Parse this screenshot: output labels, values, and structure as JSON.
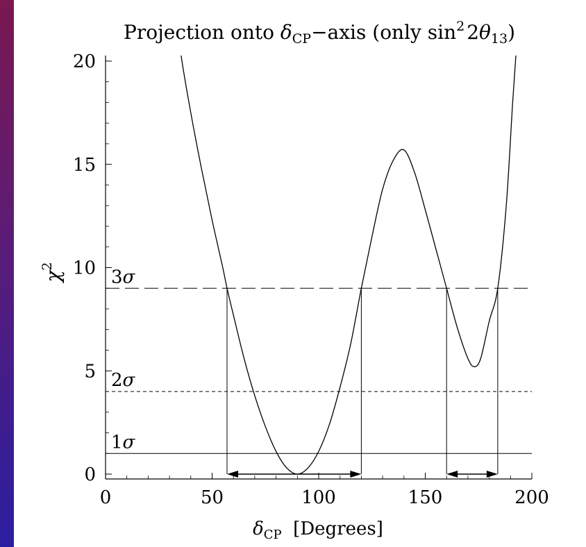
{
  "chart_data": {
    "type": "line",
    "title_parts": {
      "lead": "Projection onto ",
      "delta": "δ",
      "delta_sub": "CP",
      "mid": "−axis (only sin",
      "sup": "2",
      "two": "2",
      "theta": "θ",
      "theta_sub": "13",
      "tail": ")"
    },
    "xlabel_parts": {
      "delta": "δ",
      "sub": "CP",
      "rest": "  [Degrees]"
    },
    "ylabel_parts": {
      "chi": "χ",
      "sup": "2"
    },
    "xlim": [
      0,
      200
    ],
    "ylim": [
      0,
      20
    ],
    "xticks": [
      0,
      50,
      100,
      150,
      200
    ],
    "yticks": [
      0,
      5,
      10,
      15,
      20
    ],
    "xtick_labels": [
      "0",
      "50",
      "100",
      "150",
      "200"
    ],
    "ytick_labels": [
      "0",
      "5",
      "10",
      "15",
      "20"
    ],
    "grid": false,
    "series": [
      {
        "x": [
          30,
          35,
          40,
          45,
          50,
          55,
          57,
          60,
          65,
          70,
          75,
          80,
          85,
          90,
          95,
          100,
          105,
          110,
          115,
          120,
          125,
          130,
          135,
          140,
          145,
          150,
          155,
          160,
          165,
          170,
          173,
          176,
          180,
          184,
          188,
          191,
          193
        ],
        "y": [
          25,
          20.6,
          17.5,
          14.8,
          12.3,
          10,
          9,
          7.7,
          5.6,
          3.8,
          2.3,
          1.1,
          0.3,
          0,
          0.3,
          1.1,
          2.4,
          4.2,
          6.3,
          9,
          11.5,
          13.8,
          15.2,
          15.7,
          14.6,
          12.8,
          10.9,
          9,
          7.1,
          5.6,
          5.2,
          5.6,
          7.4,
          9,
          13,
          18,
          21
        ]
      }
    ],
    "reference_lines": [
      {
        "y": 9,
        "label_num": "3",
        "label_sym": "σ",
        "style": "dashed"
      },
      {
        "y": 4,
        "label_num": "2",
        "label_sym": "σ",
        "style": "dotted"
      },
      {
        "y": 1,
        "label_num": "1",
        "label_sym": "σ",
        "style": "solid"
      }
    ],
    "intervals": [
      {
        "from": 57,
        "to": 120,
        "level": 9
      },
      {
        "from": 160,
        "to": 184,
        "level": 9
      }
    ]
  }
}
